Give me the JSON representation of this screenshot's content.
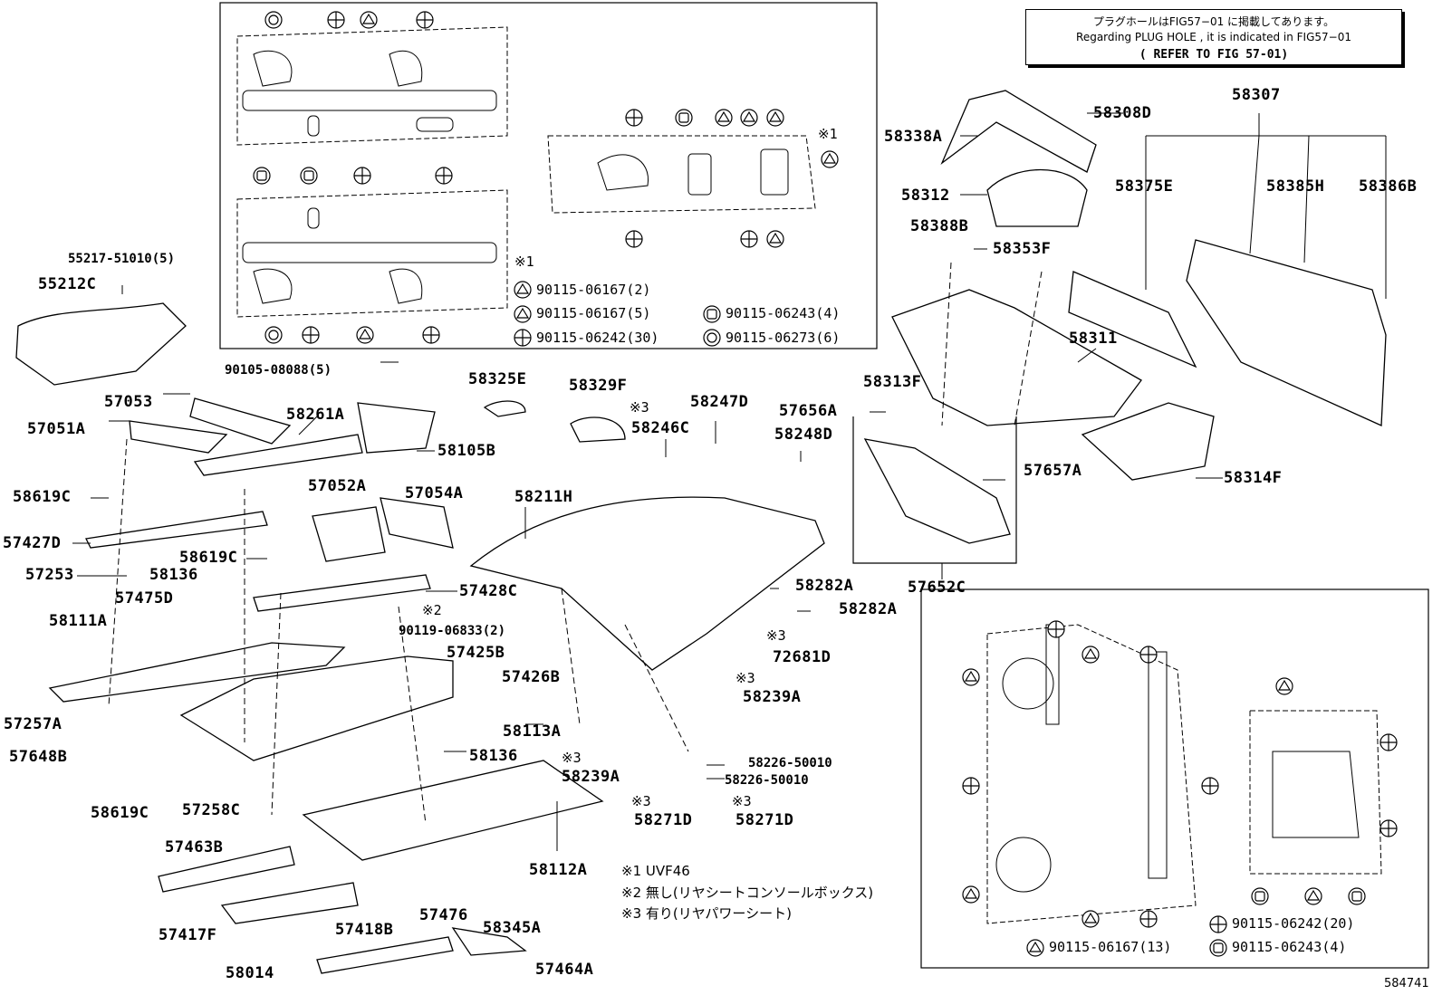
{
  "notice": {
    "line1": "プラグホールはFIG57−01 に掲載してあります。",
    "line2": "Regarding PLUG HOLE , it is indicated in FIG57−01",
    "line3": "( REFER TO FIG 57-01)"
  },
  "mark1": "※1",
  "mark2": "※2",
  "mark3": "※3",
  "top_inset_legend": [
    {
      "icon": "triangle",
      "text": "90115-06167(2)"
    },
    {
      "icon": "triangle",
      "text": "90115-06167(5)"
    },
    {
      "icon": "square",
      "text": "90115-06243(4)"
    },
    {
      "icon": "cross",
      "text": "90115-06242(30)"
    },
    {
      "icon": "ring",
      "text": "90115-06273(6)"
    }
  ],
  "bottom_inset_legend": [
    {
      "icon": "cross",
      "text": "90115-06242(20)"
    },
    {
      "icon": "triangle",
      "text": "90115-06167(13)"
    },
    {
      "icon": "square",
      "text": "90115-06243(4)"
    }
  ],
  "parts": {
    "p55217": "55217-51010(5)",
    "p55212c": "55212C",
    "p90105": "90105-08088(5)",
    "p57053": "57053",
    "p57051a": "57051A",
    "p58261a": "58261A",
    "p58105b": "58105B",
    "p58325e": "58325E",
    "p58329f": "58329F",
    "p58247d": "58247D",
    "p58246c": "58246C",
    "p57656a": "57656A",
    "p58248d": "58248D",
    "p58619c_1": "58619C",
    "p57052a": "57052A",
    "p57054a": "57054A",
    "p58211h": "58211H",
    "p57427d": "57427D",
    "p58619c_2": "58619C",
    "p57253": "57253",
    "p58136_1": "58136",
    "p57428c": "57428C",
    "p57475d": "57475D",
    "p58111a": "58111A",
    "p90119": "90119-06833(2)",
    "p57425b": "57425B",
    "p57426b": "57426B",
    "p58282a_1": "58282A",
    "p58282a_2": "58282A",
    "p72681d": "72681D",
    "p58239a_1": "58239A",
    "p57257a": "57257A",
    "p58113a": "58113A",
    "p57648b": "57648B",
    "p58136_2": "58136",
    "p58239a_2": "58239A",
    "p58226_1": "58226-50010",
    "p58226_2": "58226-50010",
    "p58619c_3": "58619C",
    "p57258c": "57258C",
    "p58271d_1": "58271D",
    "p58271d_2": "58271D",
    "p57463b": "57463B",
    "p58112a": "58112A",
    "p57417f": "57417F",
    "p57418b": "57418B",
    "p57476": "57476",
    "p58345a": "58345A",
    "p58014": "58014",
    "p57464a": "57464A",
    "p58308d": "58308D",
    "p58338a": "58338A",
    "p58307": "58307",
    "p58312": "58312",
    "p58375e": "58375E",
    "p58385h": "58385H",
    "p58386b": "58386B",
    "p58388b": "58388B",
    "p58353f": "58353F",
    "p58311": "58311",
    "p58313f": "58313F",
    "p57657a": "57657A",
    "p58314f": "58314F",
    "p57652c": "57652C"
  },
  "notes": [
    "※1 UVF46",
    "※2 無し(リヤシートコンソールボックス)",
    "※3 有り(リヤパワーシート)"
  ],
  "figure_number": "584741"
}
